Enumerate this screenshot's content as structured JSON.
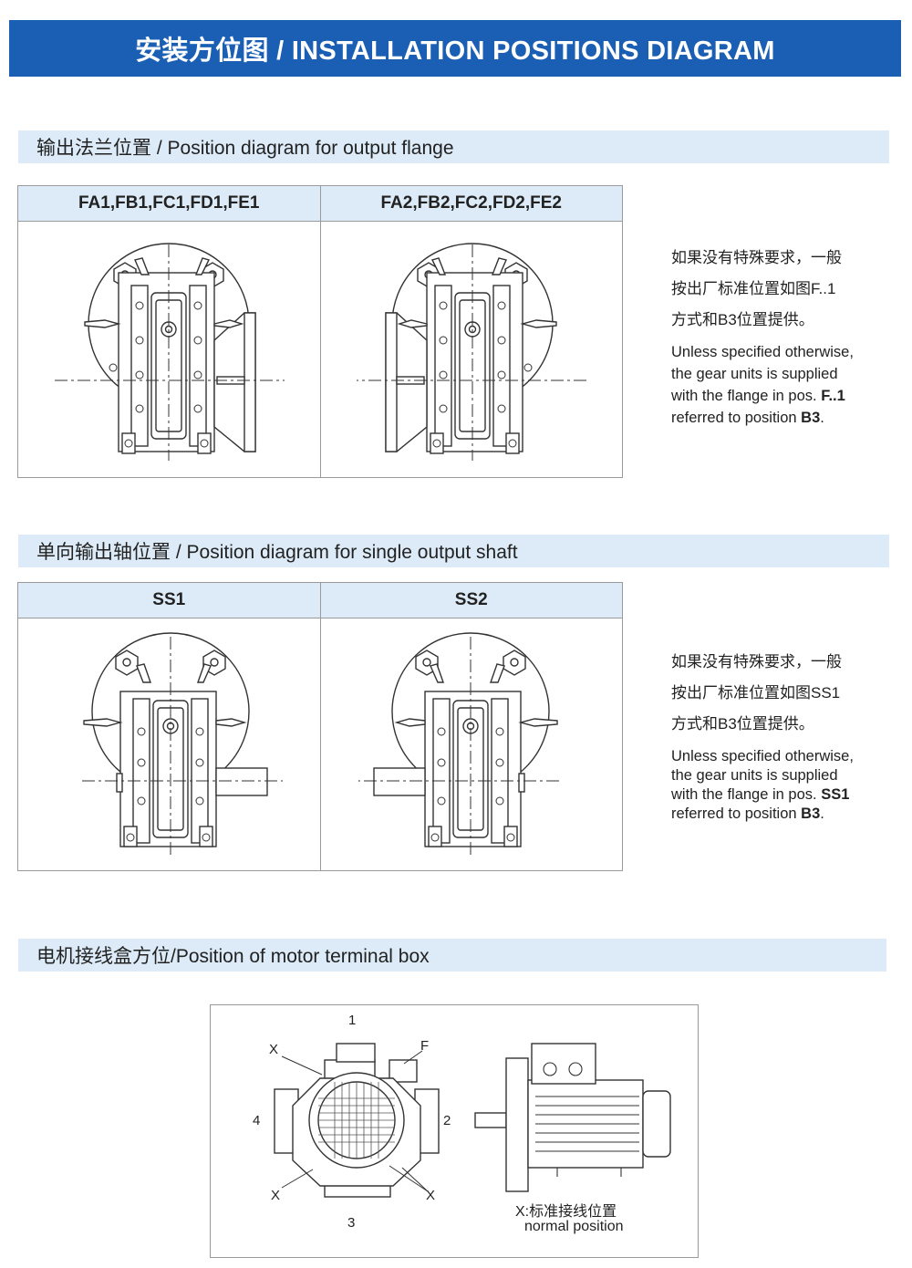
{
  "banner": {
    "title": "安装方位图 / INSTALLATION POSITIONS DIAGRAM"
  },
  "flange": {
    "heading": "输出法兰位置 / Position diagram for output flange",
    "col1": "FA1,FB1,FC1,FD1,FE1",
    "col2": "FA2,FB2,FC2,FD2,FE2",
    "note_cn": [
      "如果没有特殊要求，一般",
      "按出厂标准位置如图F..1",
      "方式和B3位置提供。"
    ],
    "note_en": [
      "Unless specified otherwise,",
      "the gear units is supplied",
      "with the flange in pos. ",
      "F..1",
      "referred to position ",
      "B3",
      "."
    ]
  },
  "shaft": {
    "heading": "单向输出轴位置 / Position diagram for single output shaft",
    "col1": "SS1",
    "col2": "SS2",
    "note_cn": [
      "如果没有特殊要求，一般",
      "按出厂标准位置如图SS1",
      "方式和B3位置提供。"
    ],
    "note_en": [
      "Unless specified otherwise,",
      "the gear units is supplied",
      "with the flange in pos. ",
      "SS1",
      "referred to position ",
      "B3",
      "."
    ]
  },
  "motor": {
    "heading": "电机接线盒方位/Position of motor terminal box",
    "labels": {
      "top": "1",
      "right": "2",
      "bottom": "3",
      "left": "4",
      "x1": "X",
      "f": "F",
      "x2": "X",
      "x3": "X"
    },
    "caption_cn": "X:标准接线位置",
    "caption_en": "normal position"
  }
}
